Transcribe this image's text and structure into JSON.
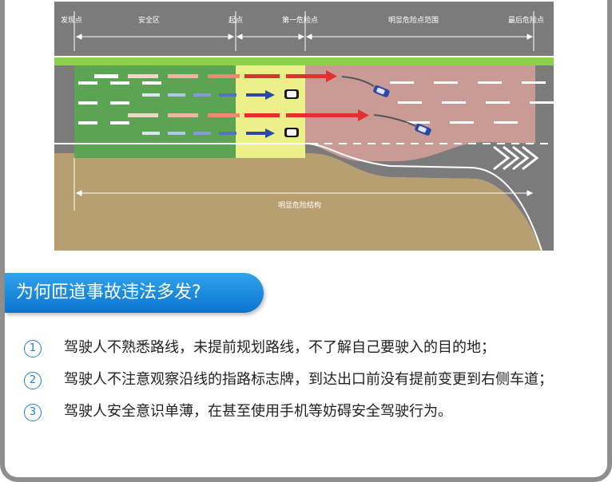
{
  "diagram": {
    "labels": {
      "discovery": "发现点",
      "safe_zone": "安全区",
      "start": "起点",
      "first_danger": "第一危险点",
      "danger_range": "明显危险点范围",
      "last_danger": "最后危险点",
      "structure": "明显危险结构"
    },
    "colors": {
      "road": "#7b7b7b",
      "safe": "#5aa454",
      "warning": "#ecf08a",
      "danger": "#c99b94",
      "ground": "#b79f72",
      "verge": "#8ed04a"
    }
  },
  "section": {
    "title": "为何匝道事故违法多发?"
  },
  "reasons": [
    {
      "num": "1",
      "text": "驾驶人不熟悉路线，未提前规划路线，不了解自己要驶入的目的地；"
    },
    {
      "num": "2",
      "text": "驾驶人不注意观察沿线的指路标志牌，到达出口前没有提前变更到右侧车道；"
    },
    {
      "num": "3",
      "text": "驾驶人安全意识单薄，在甚至使用手机等妨碍安全驾驶行为。"
    }
  ]
}
